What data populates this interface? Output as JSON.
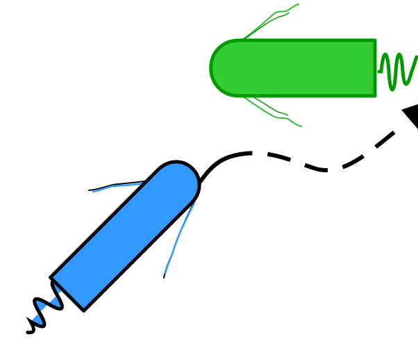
{
  "diagram": {
    "figures": [
      {
        "name": "green-bacterium",
        "color": "#33cc33",
        "stroke": "#009900",
        "icon": "bacterium-icon",
        "role": "target position"
      },
      {
        "name": "blue-bacterium",
        "color": "#3399ff",
        "stroke": "#000000",
        "icon": "bacterium-icon",
        "role": "start position"
      }
    ],
    "path": {
      "style": "dashed",
      "color": "#000000",
      "direction": "blue-to-green"
    }
  }
}
